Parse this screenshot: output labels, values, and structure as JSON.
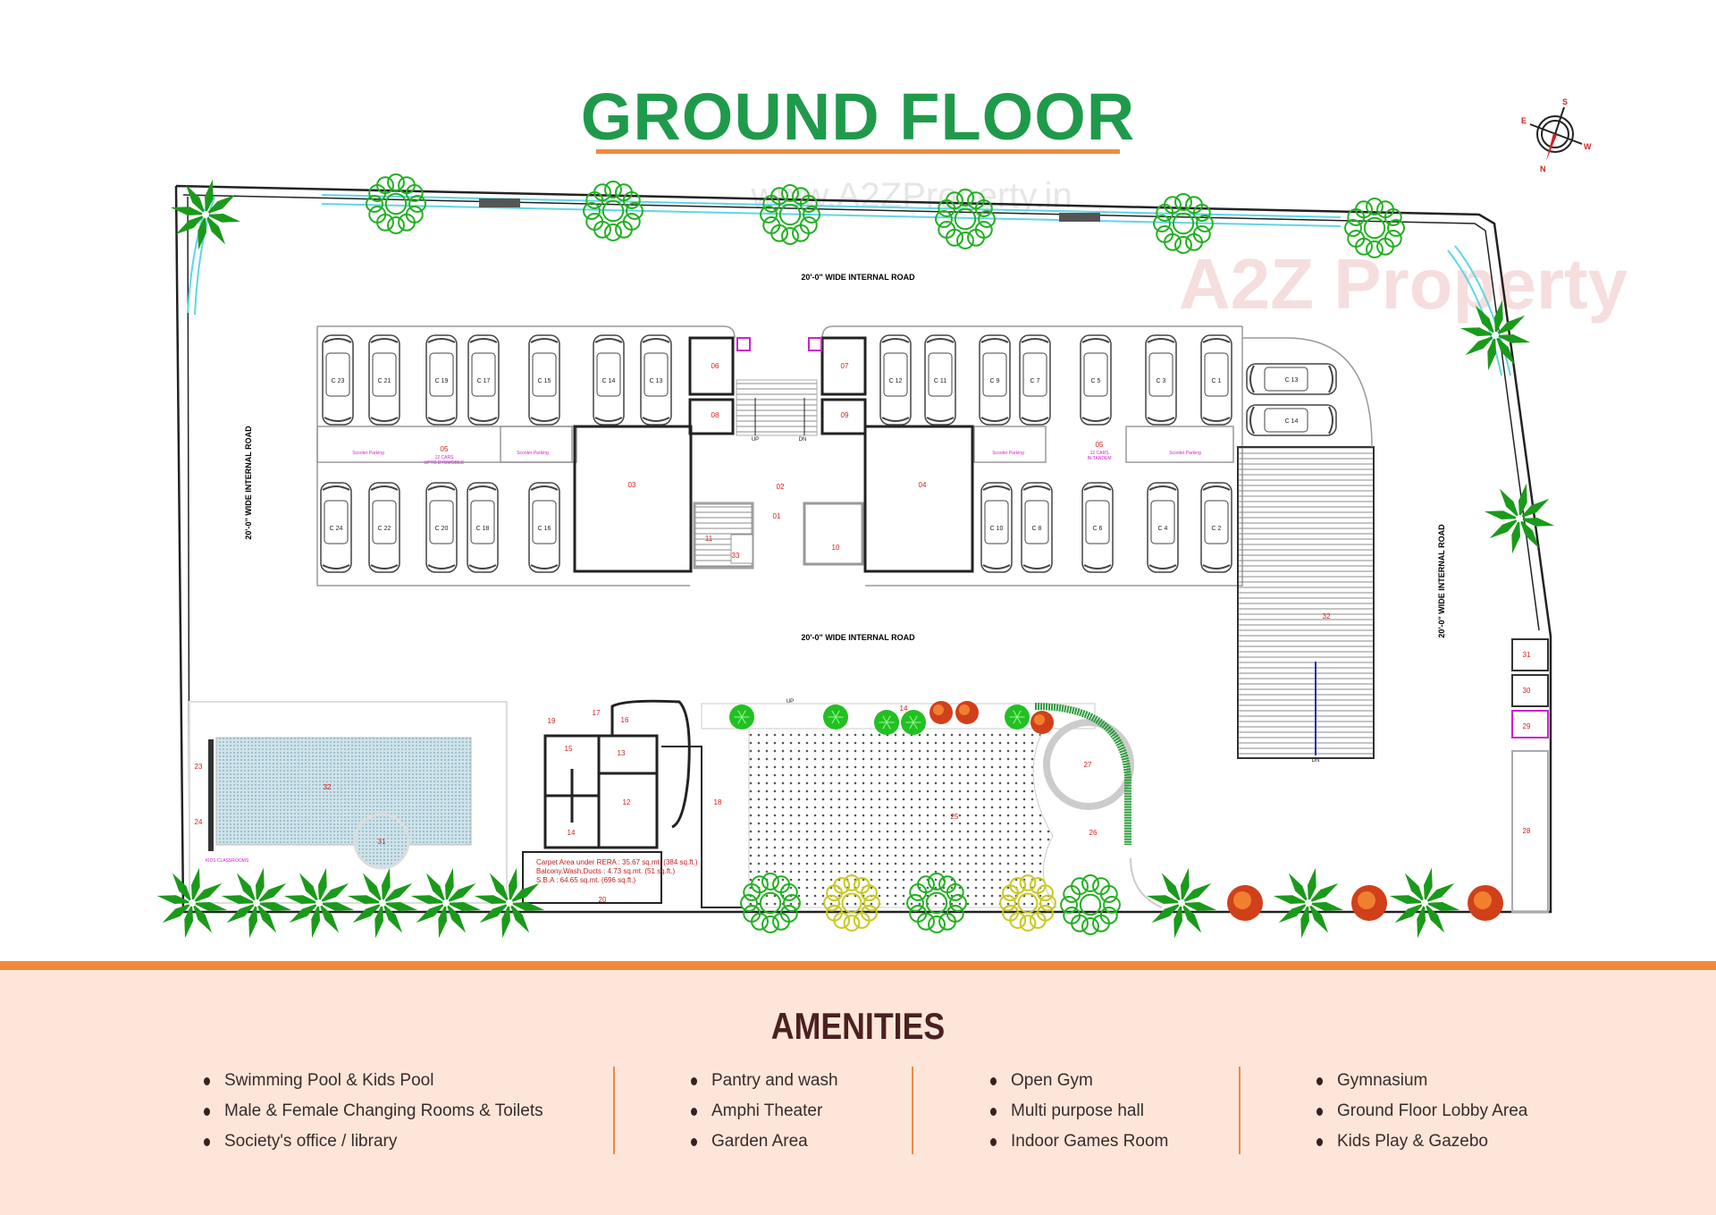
{
  "title": "GROUND FLOOR",
  "colors": {
    "title": "#1f9a4b",
    "accent": "#ef8a3c",
    "amenities_bg": "#fde6d9",
    "room_label": "#d42020",
    "tree": "#22b022",
    "palm": "#1a9a1a"
  },
  "watermark": {
    "url": "www.A2ZProperty.in",
    "brand": "A2Z Property"
  },
  "compass": {
    "n": "N",
    "s": "S",
    "e": "E",
    "w": "W"
  },
  "roads": {
    "top": "20'-0\" WIDE INTERNAL ROAD",
    "middle": "20'-0\" WIDE INTERNAL ROAD",
    "left": "20'-0\" WIDE INTERNAL ROAD",
    "right": "20'-0\" WIDE INTERNAL ROAD"
  },
  "parking": {
    "top_left": [
      "C 23",
      "C 21",
      "C 19",
      "C 17",
      "C 15",
      "C 14",
      "C 13"
    ],
    "bottom_left": [
      "C 24",
      "C 22",
      "C 20",
      "C 18",
      "C 16"
    ],
    "top_right": [
      "C 12",
      "C 11",
      "C 9",
      "C 7",
      "C 5",
      "C 3",
      "C 1"
    ],
    "bottom_right": [
      "C 10",
      "C 8",
      "C 6",
      "C 4",
      "C 2"
    ],
    "side": [
      "C 13",
      "C 14"
    ],
    "scooter_label": "Scooter Parking",
    "left_zone": {
      "num": "05",
      "cars": "12 CARS",
      "note": "UPTO DYUMOBILE"
    },
    "right_zone": {
      "num": "05",
      "cars": "12 CARS",
      "note": "IN TANDEM"
    }
  },
  "rooms": {
    "r06": "06",
    "r07": "07",
    "r08": "08",
    "r09": "09",
    "r03": "03",
    "r02": "02",
    "r04": "04",
    "r01": "01",
    "r11": "11",
    "r33": "33",
    "r10": "10",
    "up": "UP",
    "dn": "DN",
    "r23": "23",
    "r24": "24",
    "r32": "32",
    "r31": "31",
    "r19": "19",
    "r17": "17",
    "r16": "16",
    "r15": "15",
    "r13": "13",
    "r12": "12",
    "r14": "14",
    "r18": "18",
    "r14b": "14",
    "r27": "27",
    "r26": "26",
    "r25": "25",
    "r20": "20",
    "ramp": "32",
    "r29": "29",
    "r30": "30",
    "r31b": "31",
    "r28": "28",
    "kids_note": "KIDS CLASSROOMS"
  },
  "area_info": [
    "Carpet Area under RERA  : 35.67 sq.mt. (384 sq.ft.)",
    "Balcony,Wash,Ducts : 4.73 sq.mt. (51 sq.ft.)",
    "S.B.A : 64.65 sq.mt. (696 sq.ft.)"
  ],
  "amenities": {
    "title": "AMENITIES",
    "columns": [
      [
        "Swimming Pool & Kids Pool",
        "Male & Female Changing Rooms & Toilets",
        "Society's office / library"
      ],
      [
        "Pantry and wash",
        "Amphi Theater",
        "Garden Area"
      ],
      [
        "Open Gym",
        "Multi purpose hall",
        "Indoor Games Room"
      ],
      [
        "Gymnasium",
        "Ground Floor Lobby Area",
        "Kids Play & Gazebo"
      ]
    ]
  }
}
